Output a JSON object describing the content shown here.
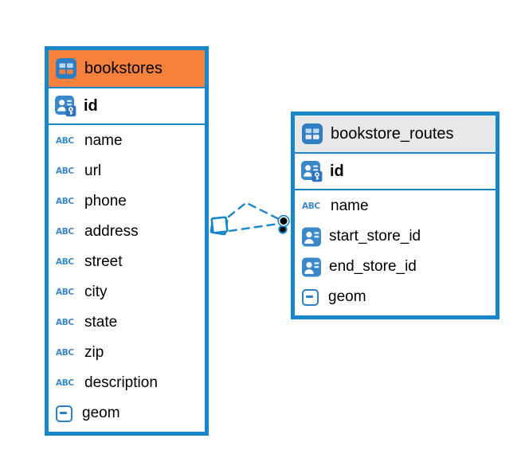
{
  "colors": {
    "accent_blue": "#1787ca",
    "icon_blue": "#3a87ca",
    "bookstores_header": "#f5813c",
    "bookstore_routes_header": "#e8e8e8",
    "text": "#000000",
    "canvas": "#ffffff"
  },
  "icons": {
    "text_type_label": "ABC"
  },
  "tables": [
    {
      "name": "bookstores",
      "header_color": "#f5813c",
      "key_field": {
        "label": "id",
        "type": "primary-key"
      },
      "fields": [
        {
          "label": "name",
          "type": "text"
        },
        {
          "label": "url",
          "type": "text"
        },
        {
          "label": "phone",
          "type": "text"
        },
        {
          "label": "address",
          "type": "text"
        },
        {
          "label": "street",
          "type": "text"
        },
        {
          "label": "city",
          "type": "text"
        },
        {
          "label": "state",
          "type": "text"
        },
        {
          "label": "zip",
          "type": "text"
        },
        {
          "label": "description",
          "type": "text"
        },
        {
          "label": "geom",
          "type": "geometry"
        }
      ]
    },
    {
      "name": "bookstore_routes",
      "header_color": "#e8e8e8",
      "key_field": {
        "label": "id",
        "type": "primary-key"
      },
      "fields": [
        {
          "label": "name",
          "type": "text"
        },
        {
          "label": "start_store_id",
          "type": "foreign-key"
        },
        {
          "label": "end_store_id",
          "type": "foreign-key"
        },
        {
          "label": "geom",
          "type": "geometry"
        }
      ]
    }
  ],
  "relationship": {
    "type": "dashed-connector",
    "between": [
      "bookstores",
      "bookstore_routes"
    ],
    "line_count": 2,
    "left_marker": "overlapping-squares",
    "right_marker": "stacked-dots"
  }
}
